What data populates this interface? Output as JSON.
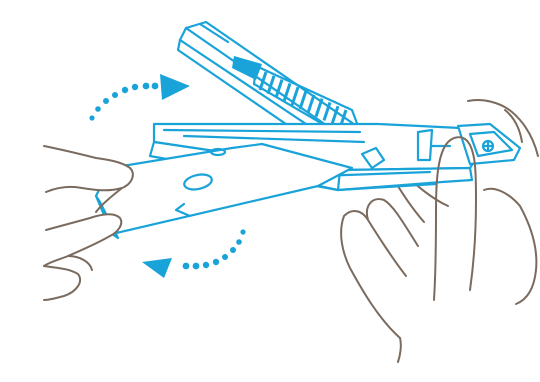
{
  "colors": {
    "line_blue": "#1aa3d9",
    "hand_brown": "#7a6b5e",
    "fill_white": "#ffffff",
    "background": "#ffffff"
  },
  "figure": {
    "subject": "blade-cartridge-insertion",
    "arrows": [
      "rotate-open-arrow",
      "rotate-close-arrow"
    ]
  }
}
